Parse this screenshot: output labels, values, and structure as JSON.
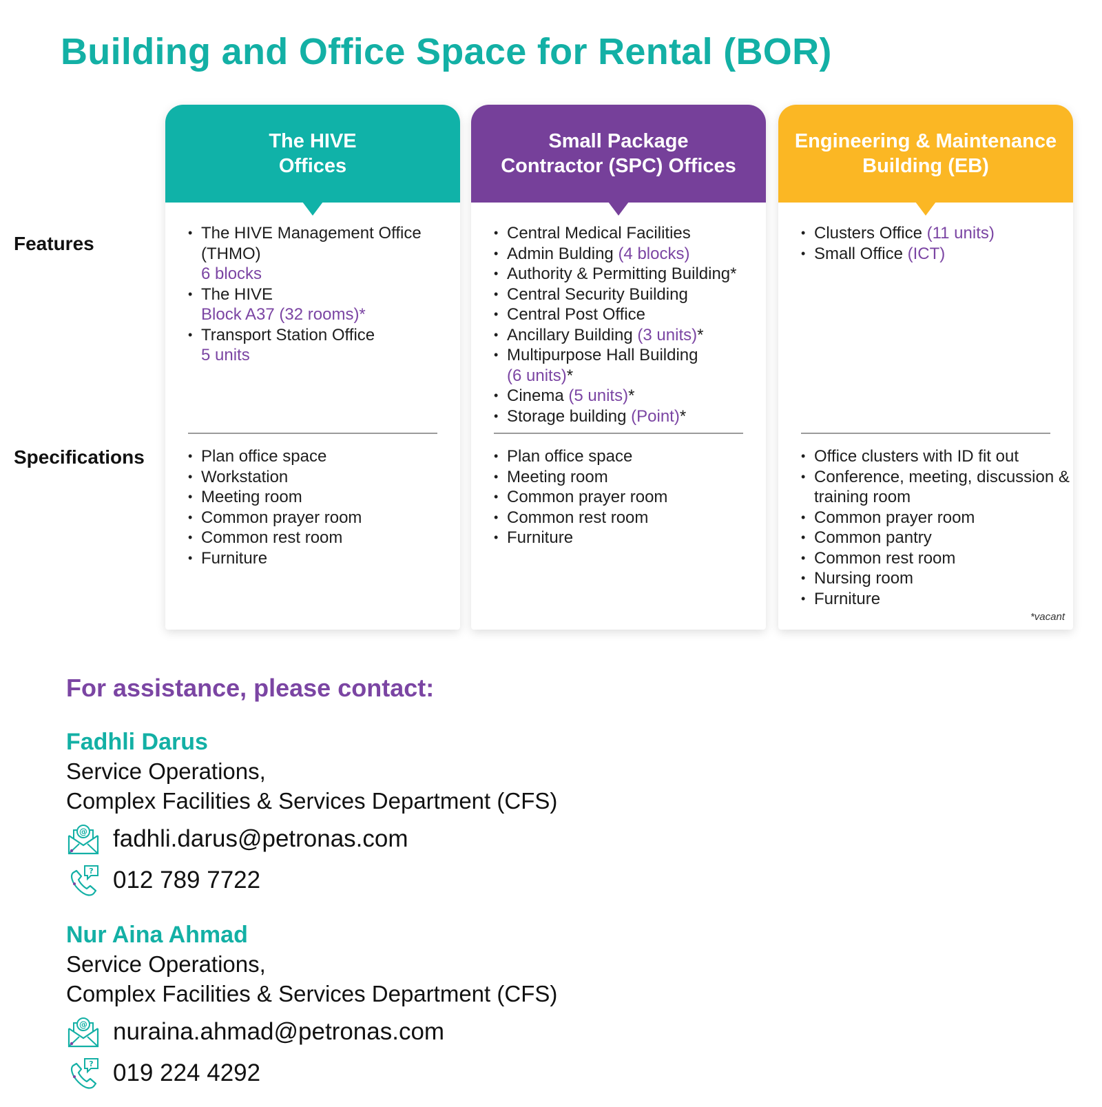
{
  "title": "Building and Office Space for Rental (BOR)",
  "row_labels": {
    "features": "Features",
    "specifications": "Specifications"
  },
  "colors": {
    "teal": "#10b2a8",
    "purple": "#76409a",
    "orange": "#fbb724",
    "accent_text": "#7b45a3"
  },
  "cards": [
    {
      "title": "The HIVE\nOffices",
      "features": [
        {
          "text": "The HIVE Management Office (THMO)",
          "accent": "6 blocks",
          "suffix": ""
        },
        {
          "text": "The HIVE",
          "accent": "Block A37 (32 rooms)*",
          "suffix": ""
        },
        {
          "text": "Transport Station Office",
          "accent": "5 units",
          "suffix": ""
        }
      ],
      "specifications": [
        "Plan office space",
        "Workstation",
        "Meeting room",
        "Common prayer room",
        "Common rest room",
        "Furniture"
      ]
    },
    {
      "title": "Small Package\nContractor (SPC) Offices",
      "features": [
        {
          "text": "Central Medical Facilities",
          "accent": "",
          "suffix": ""
        },
        {
          "text": "Admin Bulding ",
          "accent": "(4 blocks)",
          "suffix": ""
        },
        {
          "text": "Authority & Permitting Building*",
          "accent": "",
          "suffix": ""
        },
        {
          "text": "Central Security Building",
          "accent": "",
          "suffix": ""
        },
        {
          "text": "Central Post Office",
          "accent": "",
          "suffix": ""
        },
        {
          "text": "Ancillary Building ",
          "accent": "(3 units)",
          "suffix": "*"
        },
        {
          "text": "Multipurpose Hall Building",
          "accent": "(6 units)",
          "suffix": "*"
        },
        {
          "text": "Cinema ",
          "accent": "(5 units)",
          "suffix": "*"
        },
        {
          "text": "Storage building ",
          "accent": "(Point)",
          "suffix": "*"
        }
      ],
      "specifications": [
        "Plan office space",
        "Meeting room",
        "Common prayer room",
        "Common rest room",
        "Furniture"
      ]
    },
    {
      "title": "Engineering & Maintenance\nBuilding (EB)",
      "features": [
        {
          "text": "Clusters Office ",
          "accent": "(11 units)",
          "suffix": ""
        },
        {
          "text": "Small Office ",
          "accent": "(ICT)",
          "suffix": ""
        }
      ],
      "specifications": [
        "Office clusters with ID fit out",
        "Conference, meeting, discussion & training room",
        "Common prayer room",
        "Common pantry",
        "Common rest room",
        "Nursing room",
        "Furniture"
      ],
      "footnote": "*vacant"
    }
  ],
  "contact": {
    "heading": "For assistance, please contact:",
    "people": [
      {
        "name": "Fadhli Darus",
        "dept": "Service Operations,\nComplex Facilities & Services Department (CFS)",
        "email": "fadhli.darus@petronas.com",
        "phone": "012 789 7722",
        "email_icon": "email-icon",
        "phone_icon": "phone-icon"
      },
      {
        "name": "Nur Aina Ahmad",
        "dept": "Service Operations,\nComplex Facilities & Services Department (CFS)",
        "email": "nuraina.ahmad@petronas.com",
        "phone": "019 224 4292",
        "email_icon": "email-icon",
        "phone_icon": "phone-icon"
      }
    ]
  }
}
